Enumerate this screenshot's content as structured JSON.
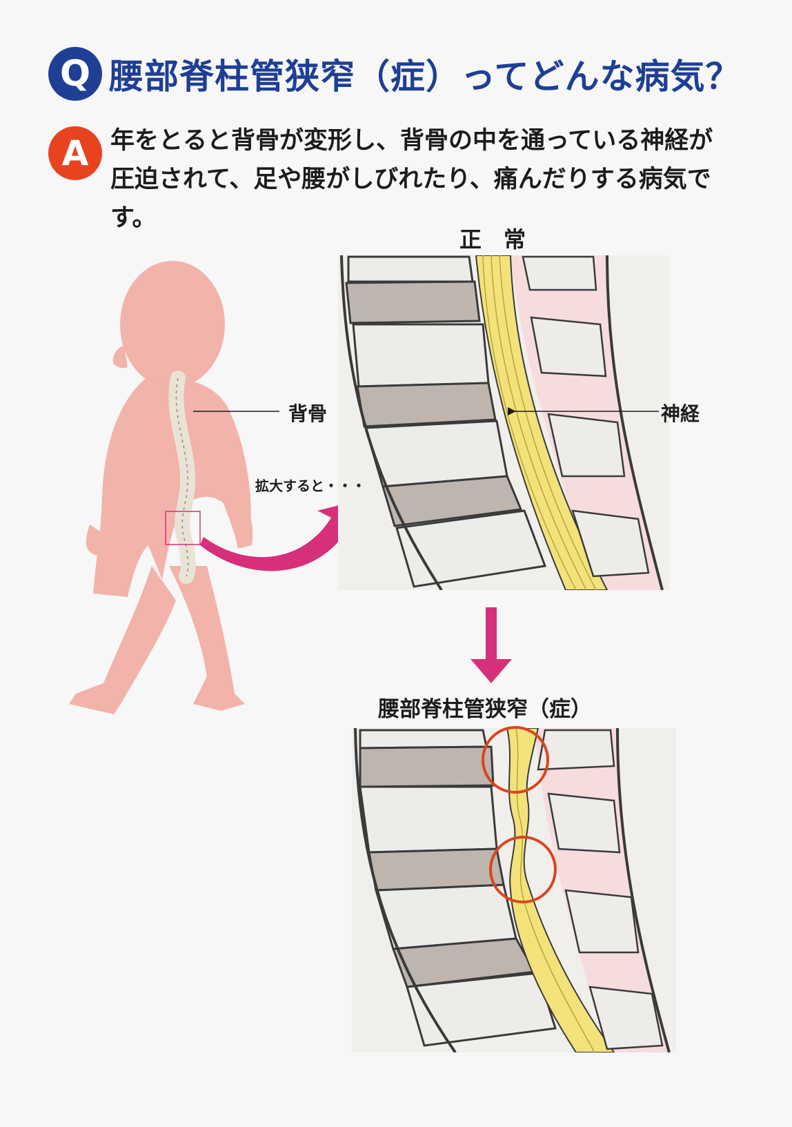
{
  "question": {
    "badge": "Q",
    "title": "腰部脊柱管狭窄（症）ってどんな病気？"
  },
  "answer": {
    "badge": "A",
    "text": "年をとると背骨が変形し、背骨の中を通っている神経が圧迫されて、足や腰がしびれたり、痛んだりする病気です。"
  },
  "diagram": {
    "normal_label": "正　常",
    "spine_label": "背骨",
    "nerve_label": "神経",
    "zoom_label": "拡大すると・・・",
    "stenosis_label": "腰部脊柱管狭窄（症）"
  },
  "colors": {
    "question_blue": "#1f3f95",
    "answer_orange": "#e8431f",
    "arrow_magenta": "#d6307a",
    "body_pink": "#f2b3ab",
    "nerve_yellow": "#f3e27a",
    "bone_gray": "#bdb5ae",
    "circle_red": "#d9451f"
  },
  "icons": [
    "walking-person-silhouette",
    "spine-icon",
    "zoom-arrow-icon",
    "down-arrow-icon",
    "compression-circle-icon"
  ]
}
